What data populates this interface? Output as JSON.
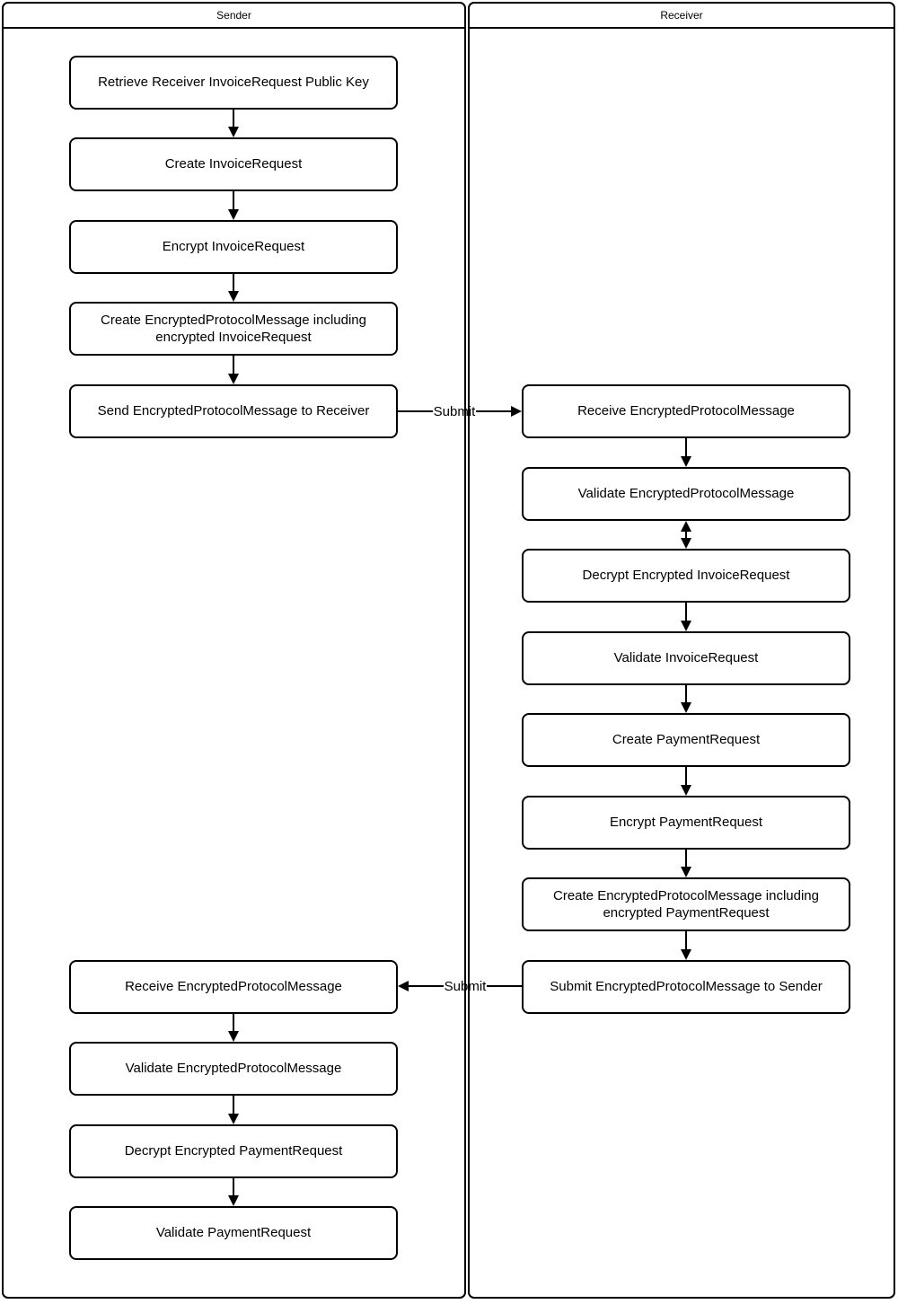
{
  "diagram": {
    "lanes": {
      "sender": {
        "title": "Sender"
      },
      "receiver": {
        "title": "Receiver"
      }
    },
    "sender_steps_top": [
      "Retrieve Receiver InvoiceRequest Public Key",
      "Create InvoiceRequest",
      "Encrypt InvoiceRequest",
      "Create EncryptedProtocolMessage including encrypted InvoiceRequest",
      "Send EncryptedProtocolMessage to Receiver"
    ],
    "receiver_steps": [
      "Receive EncryptedProtocolMessage",
      "Validate EncryptedProtocolMessage",
      "Decrypt Encrypted InvoiceRequest",
      "Validate InvoiceRequest",
      "Create PaymentRequest",
      "Encrypt PaymentRequest",
      "Create EncryptedProtocolMessage including encrypted PaymentRequest",
      "Submit EncryptedProtocolMessage to Sender"
    ],
    "sender_steps_bottom": [
      "Receive EncryptedProtocolMessage",
      "Validate EncryptedProtocolMessage",
      "Decrypt Encrypted PaymentRequest",
      "Validate PaymentRequest"
    ],
    "edges": {
      "submit_to_receiver": "Submit",
      "submit_to_sender": "Submit"
    },
    "colors": {
      "stroke": "#000000",
      "fill": "#ffffff"
    }
  }
}
